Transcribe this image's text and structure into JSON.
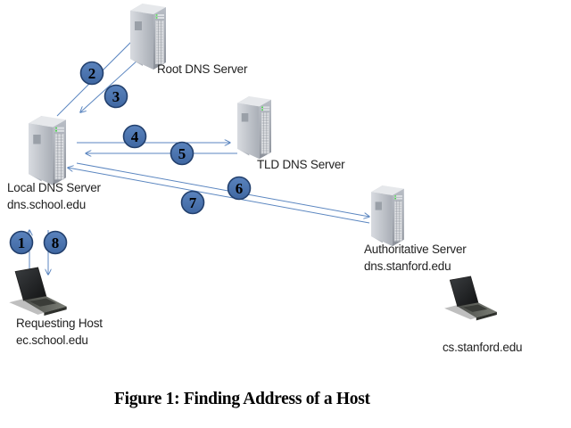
{
  "diagram": {
    "caption": "Figure 1: Finding Address of a Host",
    "colors": {
      "arrow": "#5b86c0",
      "step_badge_fill": "#4a73ae",
      "step_badge_stroke": "#23406d",
      "step_badge_text": "#000000"
    },
    "nodes": [
      {
        "id": "root",
        "icon": "server-icon",
        "lines": [
          "Root DNS Server"
        ]
      },
      {
        "id": "tld",
        "icon": "server-icon",
        "lines": [
          "TLD DNS Server"
        ]
      },
      {
        "id": "local",
        "icon": "server-icon",
        "lines": [
          "Local DNS Server",
          "dns.school.edu"
        ]
      },
      {
        "id": "auth",
        "icon": "server-icon",
        "lines": [
          "Authoritative Server",
          "dns.stanford.edu"
        ]
      },
      {
        "id": "host",
        "icon": "laptop-icon",
        "lines": [
          "Requesting Host",
          "ec.school.edu"
        ]
      },
      {
        "id": "target",
        "icon": "laptop-icon",
        "lines": [
          "cs.stanford.edu"
        ]
      }
    ],
    "steps": [
      {
        "label": "1",
        "from": "host",
        "to": "local"
      },
      {
        "label": "2",
        "from": "local",
        "to": "root"
      },
      {
        "label": "3",
        "from": "root",
        "to": "local"
      },
      {
        "label": "4",
        "from": "local",
        "to": "tld"
      },
      {
        "label": "5",
        "from": "tld",
        "to": "local"
      },
      {
        "label": "6",
        "from": "local",
        "to": "auth"
      },
      {
        "label": "7",
        "from": "auth",
        "to": "local"
      },
      {
        "label": "8",
        "from": "local",
        "to": "host"
      }
    ]
  }
}
